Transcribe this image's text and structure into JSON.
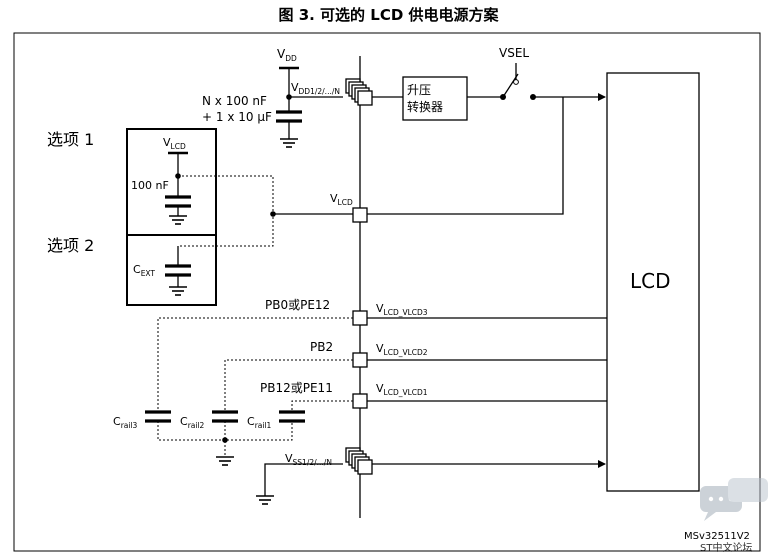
{
  "figure": {
    "title": "图 3. 可选的 LCD 供电电源方案",
    "code": "MSv32511V2"
  },
  "watermark": {
    "text": "ST中文论坛"
  },
  "options": {
    "option1": "选项 1",
    "option2": "选项 2"
  },
  "supply": {
    "vdd_main": "V",
    "vdd_main_sub": "DD",
    "vdd_pins": "V",
    "vdd_pins_sub": "DD1/2/.../N",
    "decoupling_line1": "N x 100 nF",
    "decoupling_line2": "+ 1 x 10 µF"
  },
  "converter": {
    "line1": "升压",
    "line2": "转换器"
  },
  "switch": {
    "label": "VSEL"
  },
  "lcd": {
    "label": "LCD"
  },
  "option1_box": {
    "vlcd": "V",
    "vlcd_sub": "LCD",
    "cap": "100 nF"
  },
  "option2_box": {
    "cext": "C",
    "cext_sub": "EXT"
  },
  "vlcd_pin": {
    "main": "V",
    "sub": "LCD"
  },
  "rails": [
    {
      "pin": "PB0或PE12",
      "signal": "V",
      "signal_sub": "LCD_VLCD3"
    },
    {
      "pin": "PB2",
      "signal": "V",
      "signal_sub": "LCD_VLCD2"
    },
    {
      "pin": "PB12或PE11",
      "signal": "V",
      "signal_sub": "LCD_VLCD1"
    }
  ],
  "rail_caps": [
    {
      "main": "C",
      "sub": "rail3"
    },
    {
      "main": "C",
      "sub": "rail2"
    },
    {
      "main": "C",
      "sub": "rail1"
    }
  ],
  "vss": {
    "main": "V",
    "sub": "SS1/2/.../N"
  }
}
